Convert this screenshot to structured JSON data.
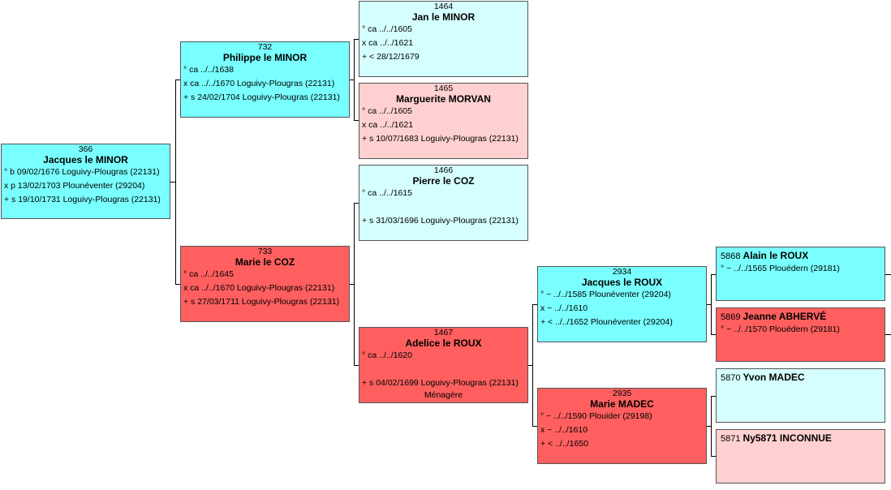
{
  "persons": {
    "p366": {
      "sosa": "366",
      "name": "Jacques le MINOR",
      "events": [
        "° b 09/02/1676 Loguivy-Plougras (22131)",
        "x p 13/02/1703 Plounéventer (29204)",
        "+ s 19/10/1731 Loguivy-Plougras (22131)"
      ]
    },
    "p732": {
      "sosa": "732",
      "name": "Philippe le MINOR",
      "events": [
        "° ca ../../1638",
        "x ca ../../1670 Loguivy-Plougras (22131)",
        "+ s 24/02/1704 Loguivy-Plougras (22131)"
      ]
    },
    "p733": {
      "sosa": "733",
      "name": "Marie le COZ",
      "events": [
        "° ca ../../1645",
        "x ca ../../1670 Loguivy-Plougras (22131)",
        "+ s 27/03/1711 Loguivy-Plougras (22131)"
      ]
    },
    "p1464": {
      "sosa": "1464",
      "name": "Jan le MINOR",
      "events": [
        "° ca ../../1605",
        "x ca ../../1621",
        "+ < 28/12/1679"
      ]
    },
    "p1465": {
      "sosa": "1465",
      "name": "Marguerite MORVAN",
      "events": [
        "° ca ../../1605",
        "x ca ../../1621",
        "+ s 10/07/1683 Loguivy-Plougras (22131)"
      ]
    },
    "p1466": {
      "sosa": "1466",
      "name": "Pierre le COZ",
      "events": [
        "° ca ../../1615",
        "+ s 31/03/1696 Loguivy-Plougras (22131)"
      ]
    },
    "p1467": {
      "sosa": "1467",
      "name": "Adelice le ROUX",
      "events": [
        "° ca ../../1620",
        "+ s 04/02/1699 Loguivy-Plougras (22131)"
      ],
      "occupation": "Ménagère"
    },
    "p2934": {
      "sosa": "2934",
      "name": "Jacques le ROUX",
      "events": [
        "° ~ ../../1585 Plounéventer (29204)",
        "x ~ ../../1610",
        "+ < ../../1652 Plounéventer (29204)"
      ]
    },
    "p2935": {
      "sosa": "2935",
      "name": "Marie MADEC",
      "events": [
        "° ~ ../../1590 Plouider (29198)",
        "x ~ ../../1610",
        "+ < ../../1650"
      ]
    },
    "p5868": {
      "sosa": "5868",
      "name": "Alain le ROUX",
      "events": [
        "° ~ ../../1565 Plouédern (29181)"
      ]
    },
    "p5869": {
      "sosa": "5869",
      "name": "Jeanne ABHERVÉ",
      "events": [
        "° ~ ../../1570 Plouédern (29181)"
      ]
    },
    "p5870": {
      "sosa": "5870",
      "name": "Yvon MADEC",
      "events": []
    },
    "p5871": {
      "sosa": "5871",
      "name": "Ny5871 INCONNUE",
      "events": []
    }
  },
  "colors": {
    "male_dark": "#79ffff",
    "male_light": "#d5ffff",
    "female_dark": "#ff5f5f",
    "female_light": "#ffd0d0"
  }
}
